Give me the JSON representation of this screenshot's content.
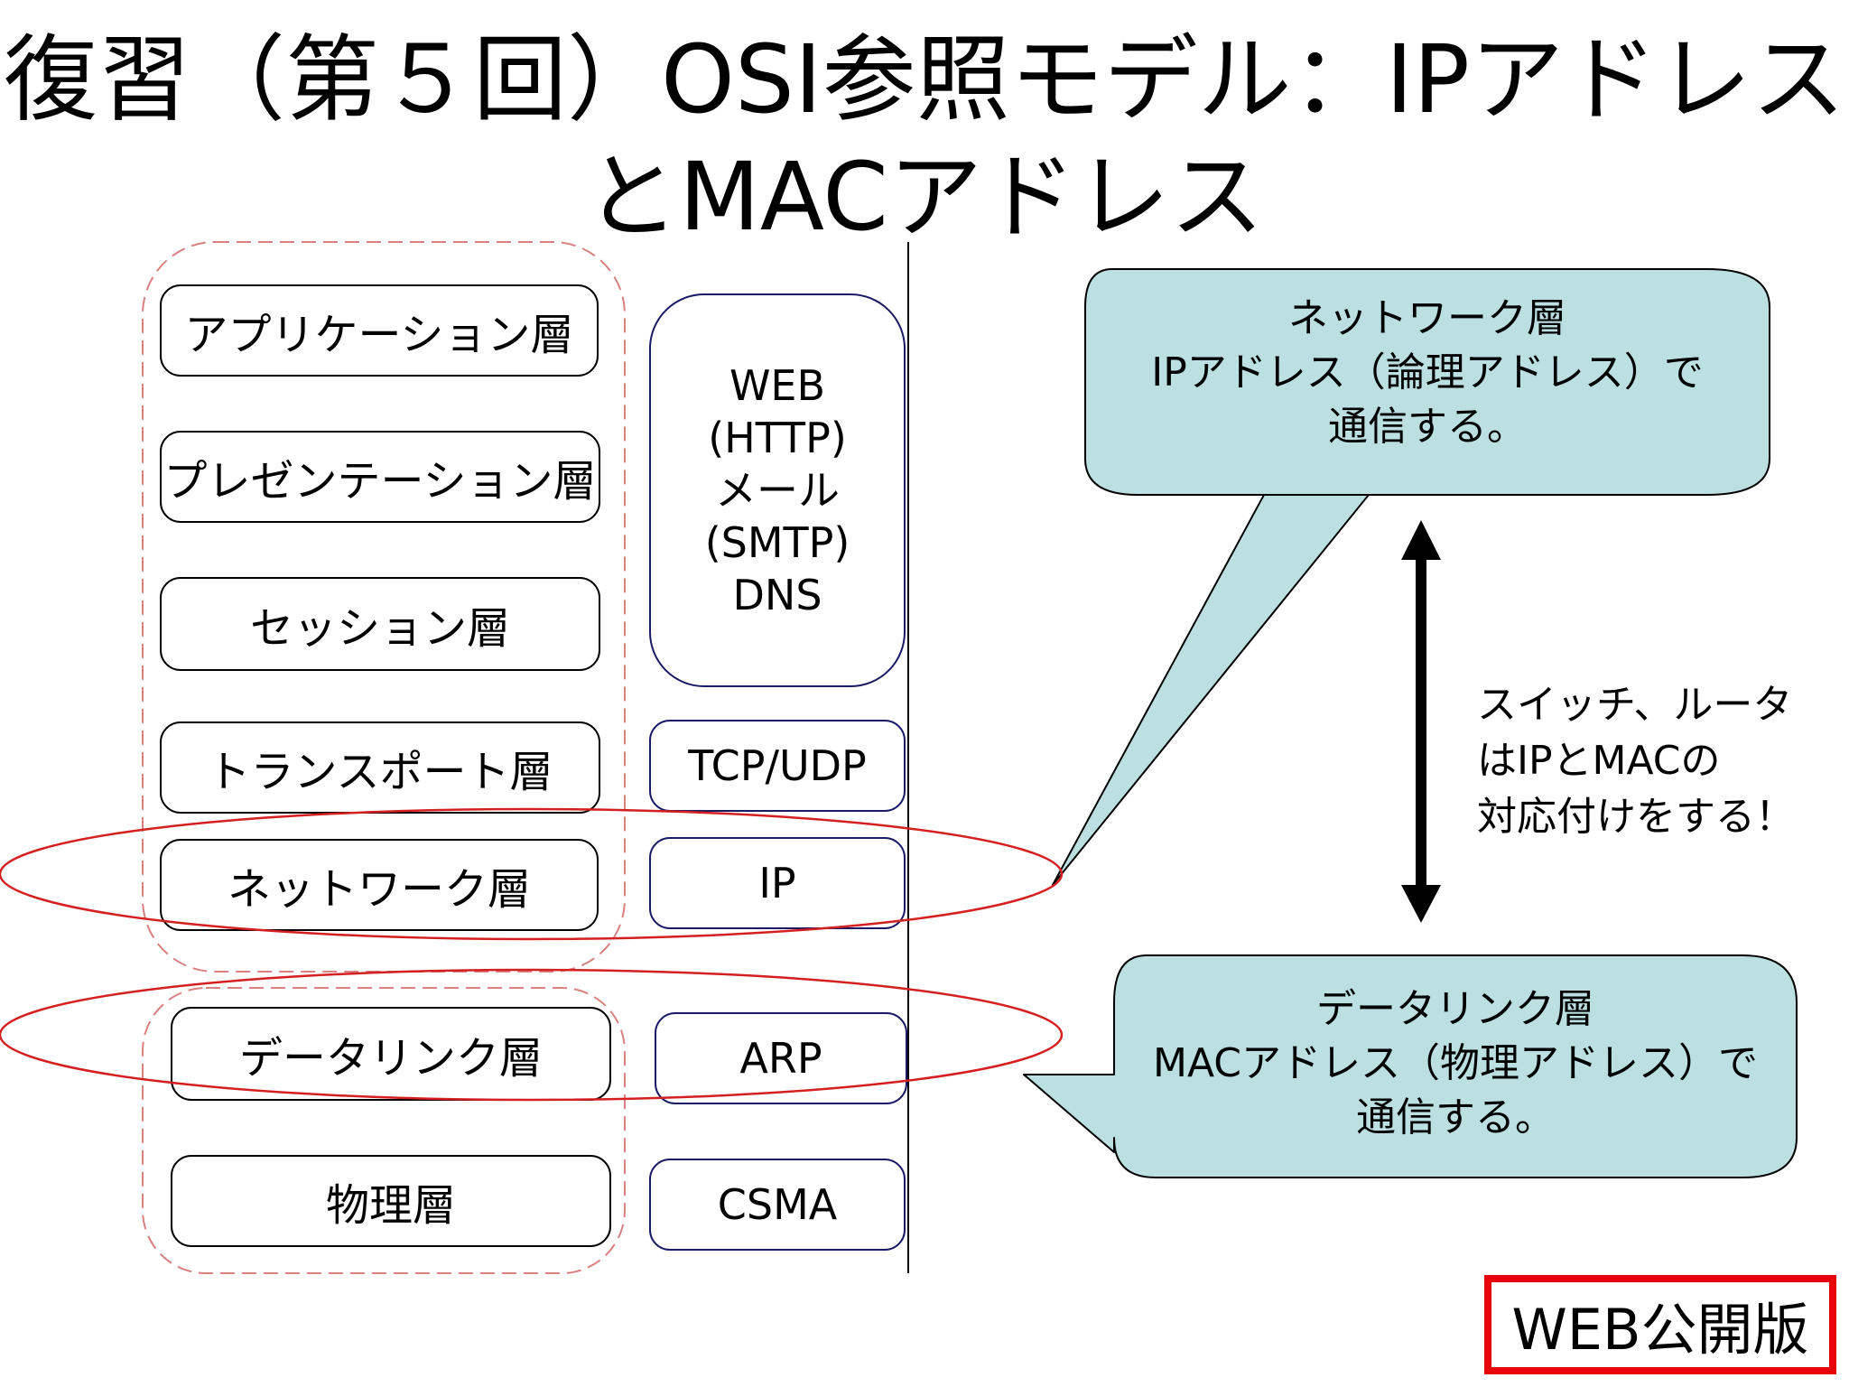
{
  "slide": {
    "title_line1": "復習（第５回）OSI参照モデル：IPアドレス",
    "title_line2": "とMACアドレス"
  },
  "osi_layers": [
    "アプリケーション層",
    "プレゼンテーション層",
    "セッション層",
    "トランスポート層",
    "ネットワーク層",
    "データリンク層",
    "物理層"
  ],
  "protocols": {
    "upper": [
      "WEB",
      "(HTTP)",
      "メール",
      "(SMTP)",
      "DNS"
    ],
    "transport": "TCP/UDP",
    "network": "IP",
    "datalink": "ARP",
    "physical": "CSMA"
  },
  "callouts": {
    "network": [
      "ネットワーク層",
      "IPアドレス（論理アドレス）で",
      "通信する。"
    ],
    "datalink": [
      "データリンク層",
      "MACアドレス（物理アドレス）で",
      "通信する。"
    ]
  },
  "note": [
    "スイッチ、ルータ",
    "はIPとMACの",
    "対応付けをする！"
  ],
  "badge": "WEB公開版",
  "colors": {
    "callout_fill": "#bce0e2",
    "highlight_red": "#d42020",
    "dashed_group": "#d98080",
    "proto_border": "#1a1a66",
    "badge_border": "#e8000b"
  }
}
